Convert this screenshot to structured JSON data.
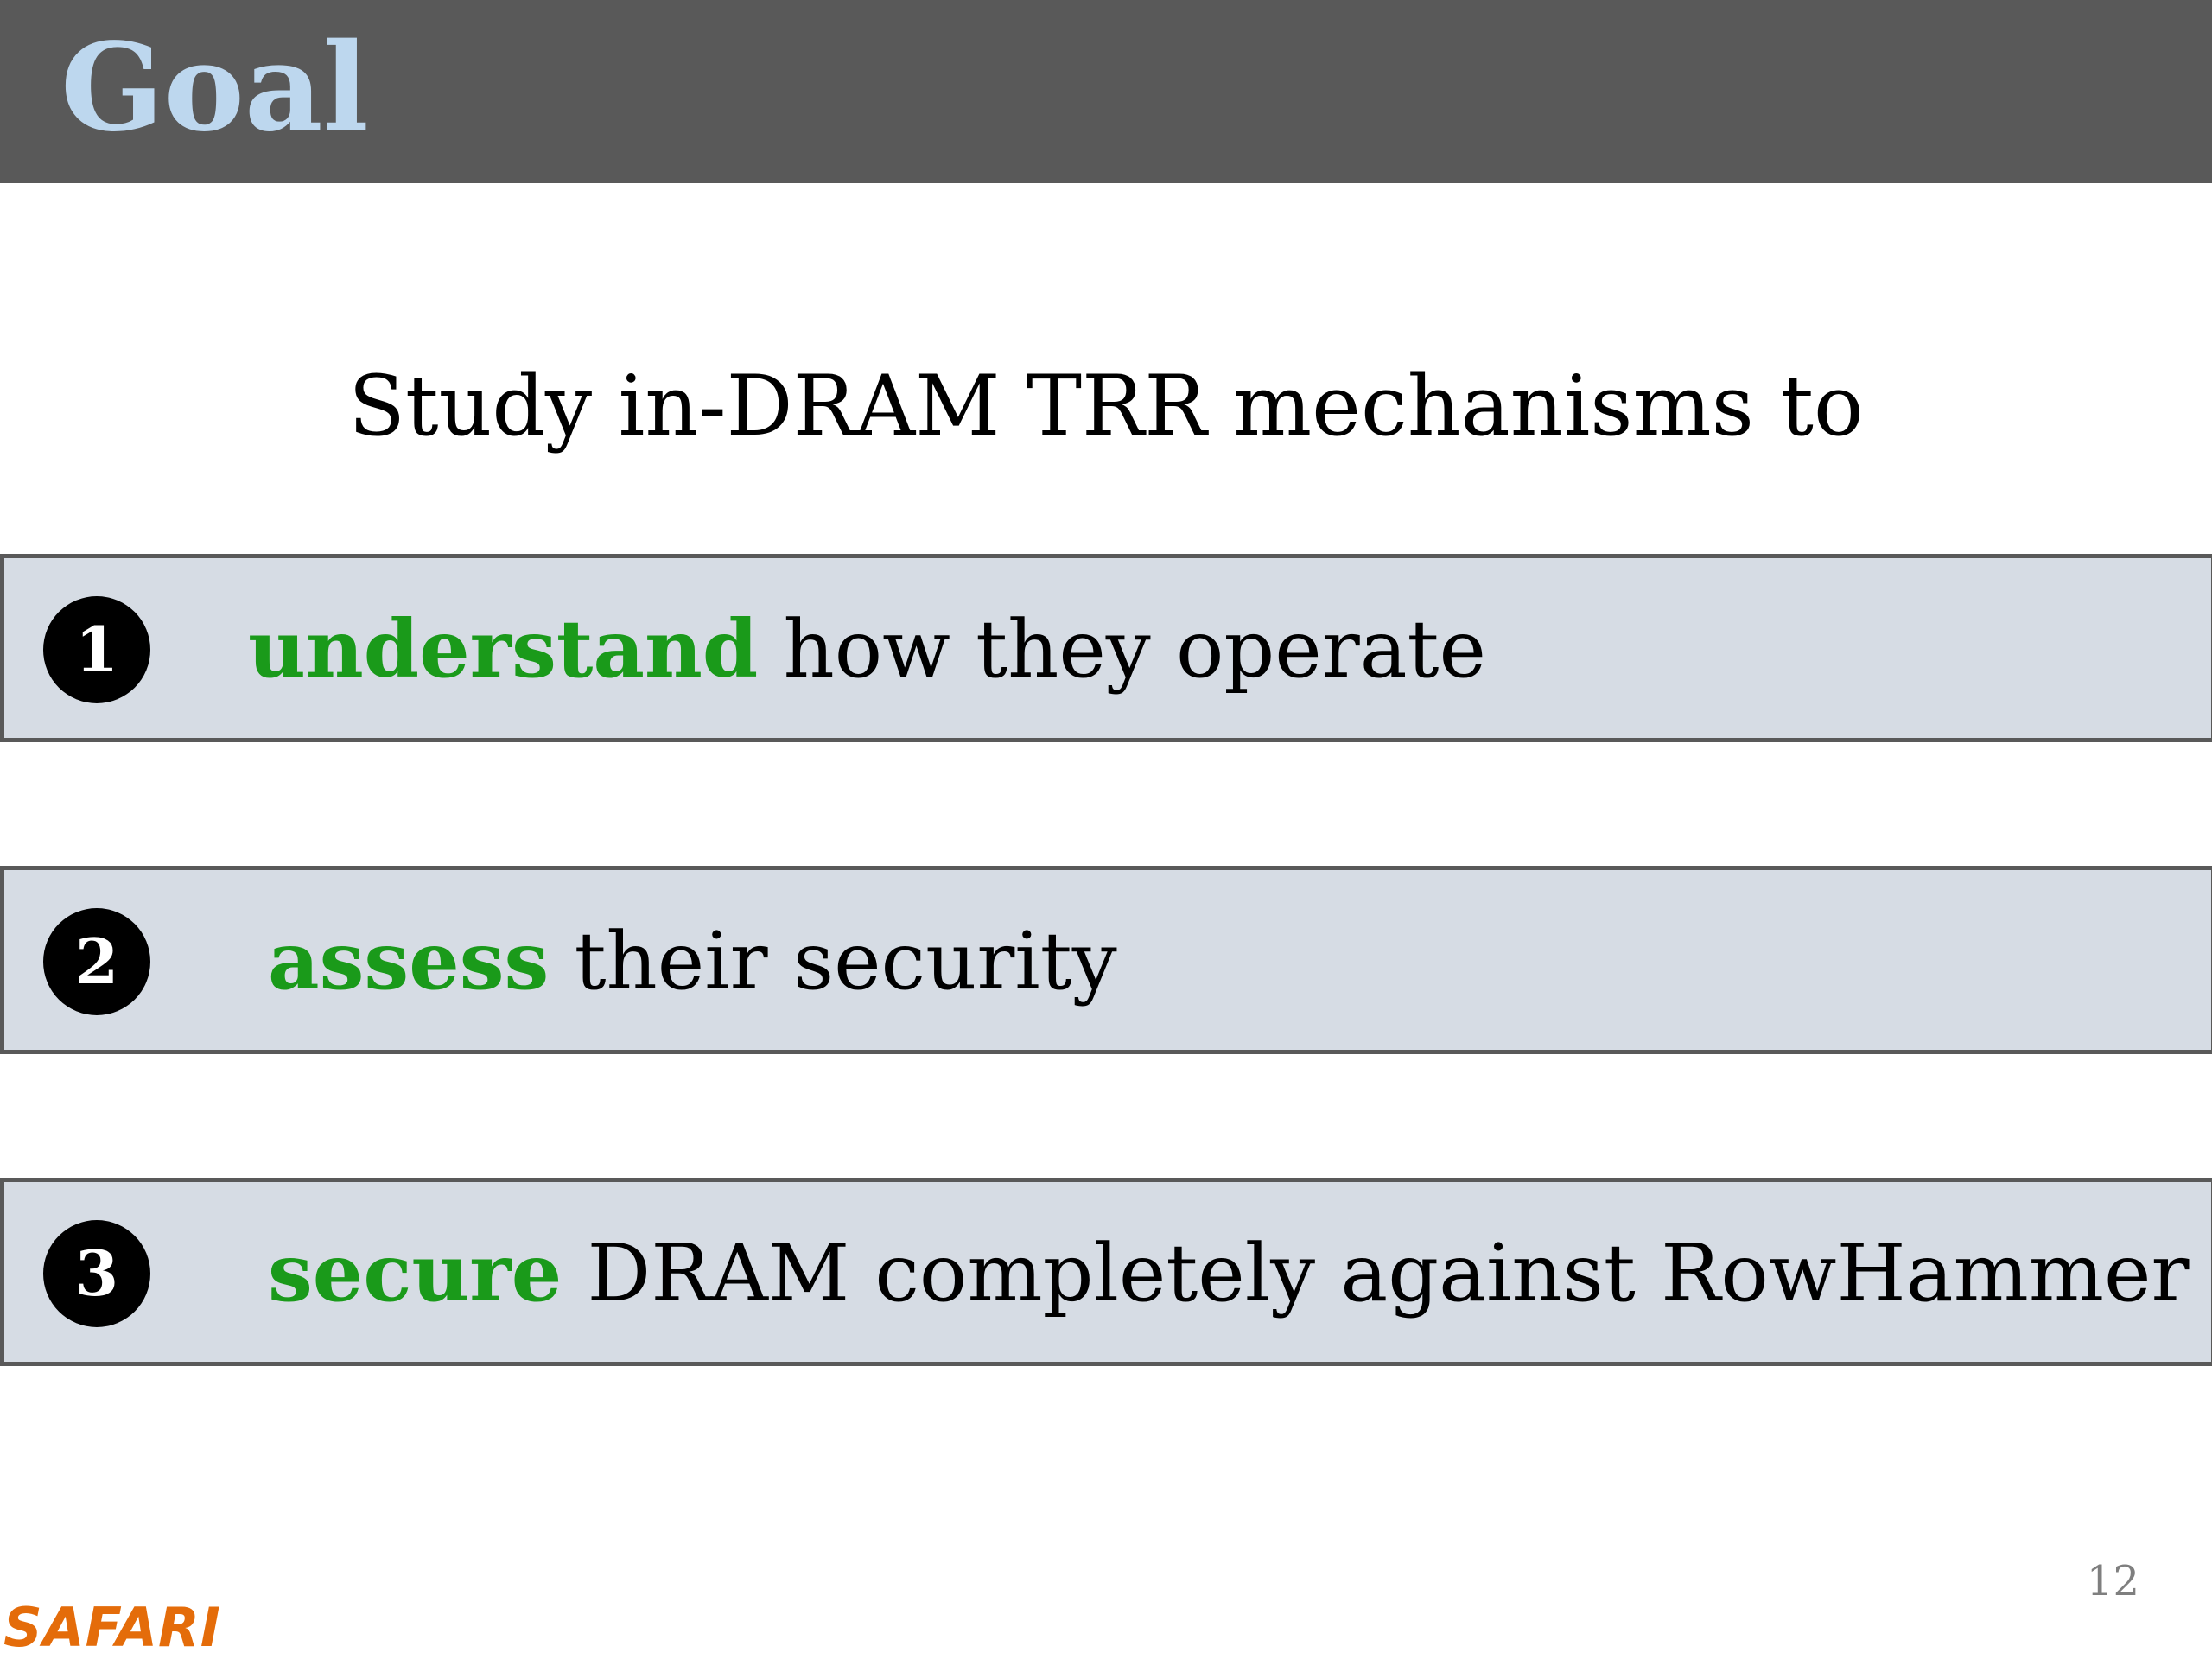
{
  "slide": {
    "title": "Goal",
    "intro": "Study in-DRAM TRR mechanisms to",
    "goals": [
      {
        "number": "1",
        "keyword": "understand",
        "rest": " how they operate"
      },
      {
        "number": "2",
        "keyword": "assess",
        "rest": " their security"
      },
      {
        "number": "3",
        "keyword": "secure",
        "rest": " DRAM completely against RowHammer"
      }
    ],
    "page_number": "12",
    "logo": "SAFARI"
  },
  "colors": {
    "title_bar": "#595959",
    "title_text": "#bdd7ee",
    "box_fill": "#d6dce4",
    "box_border": "#595959",
    "keyword": "#1a9a1a",
    "logo": "#e46c0a"
  }
}
